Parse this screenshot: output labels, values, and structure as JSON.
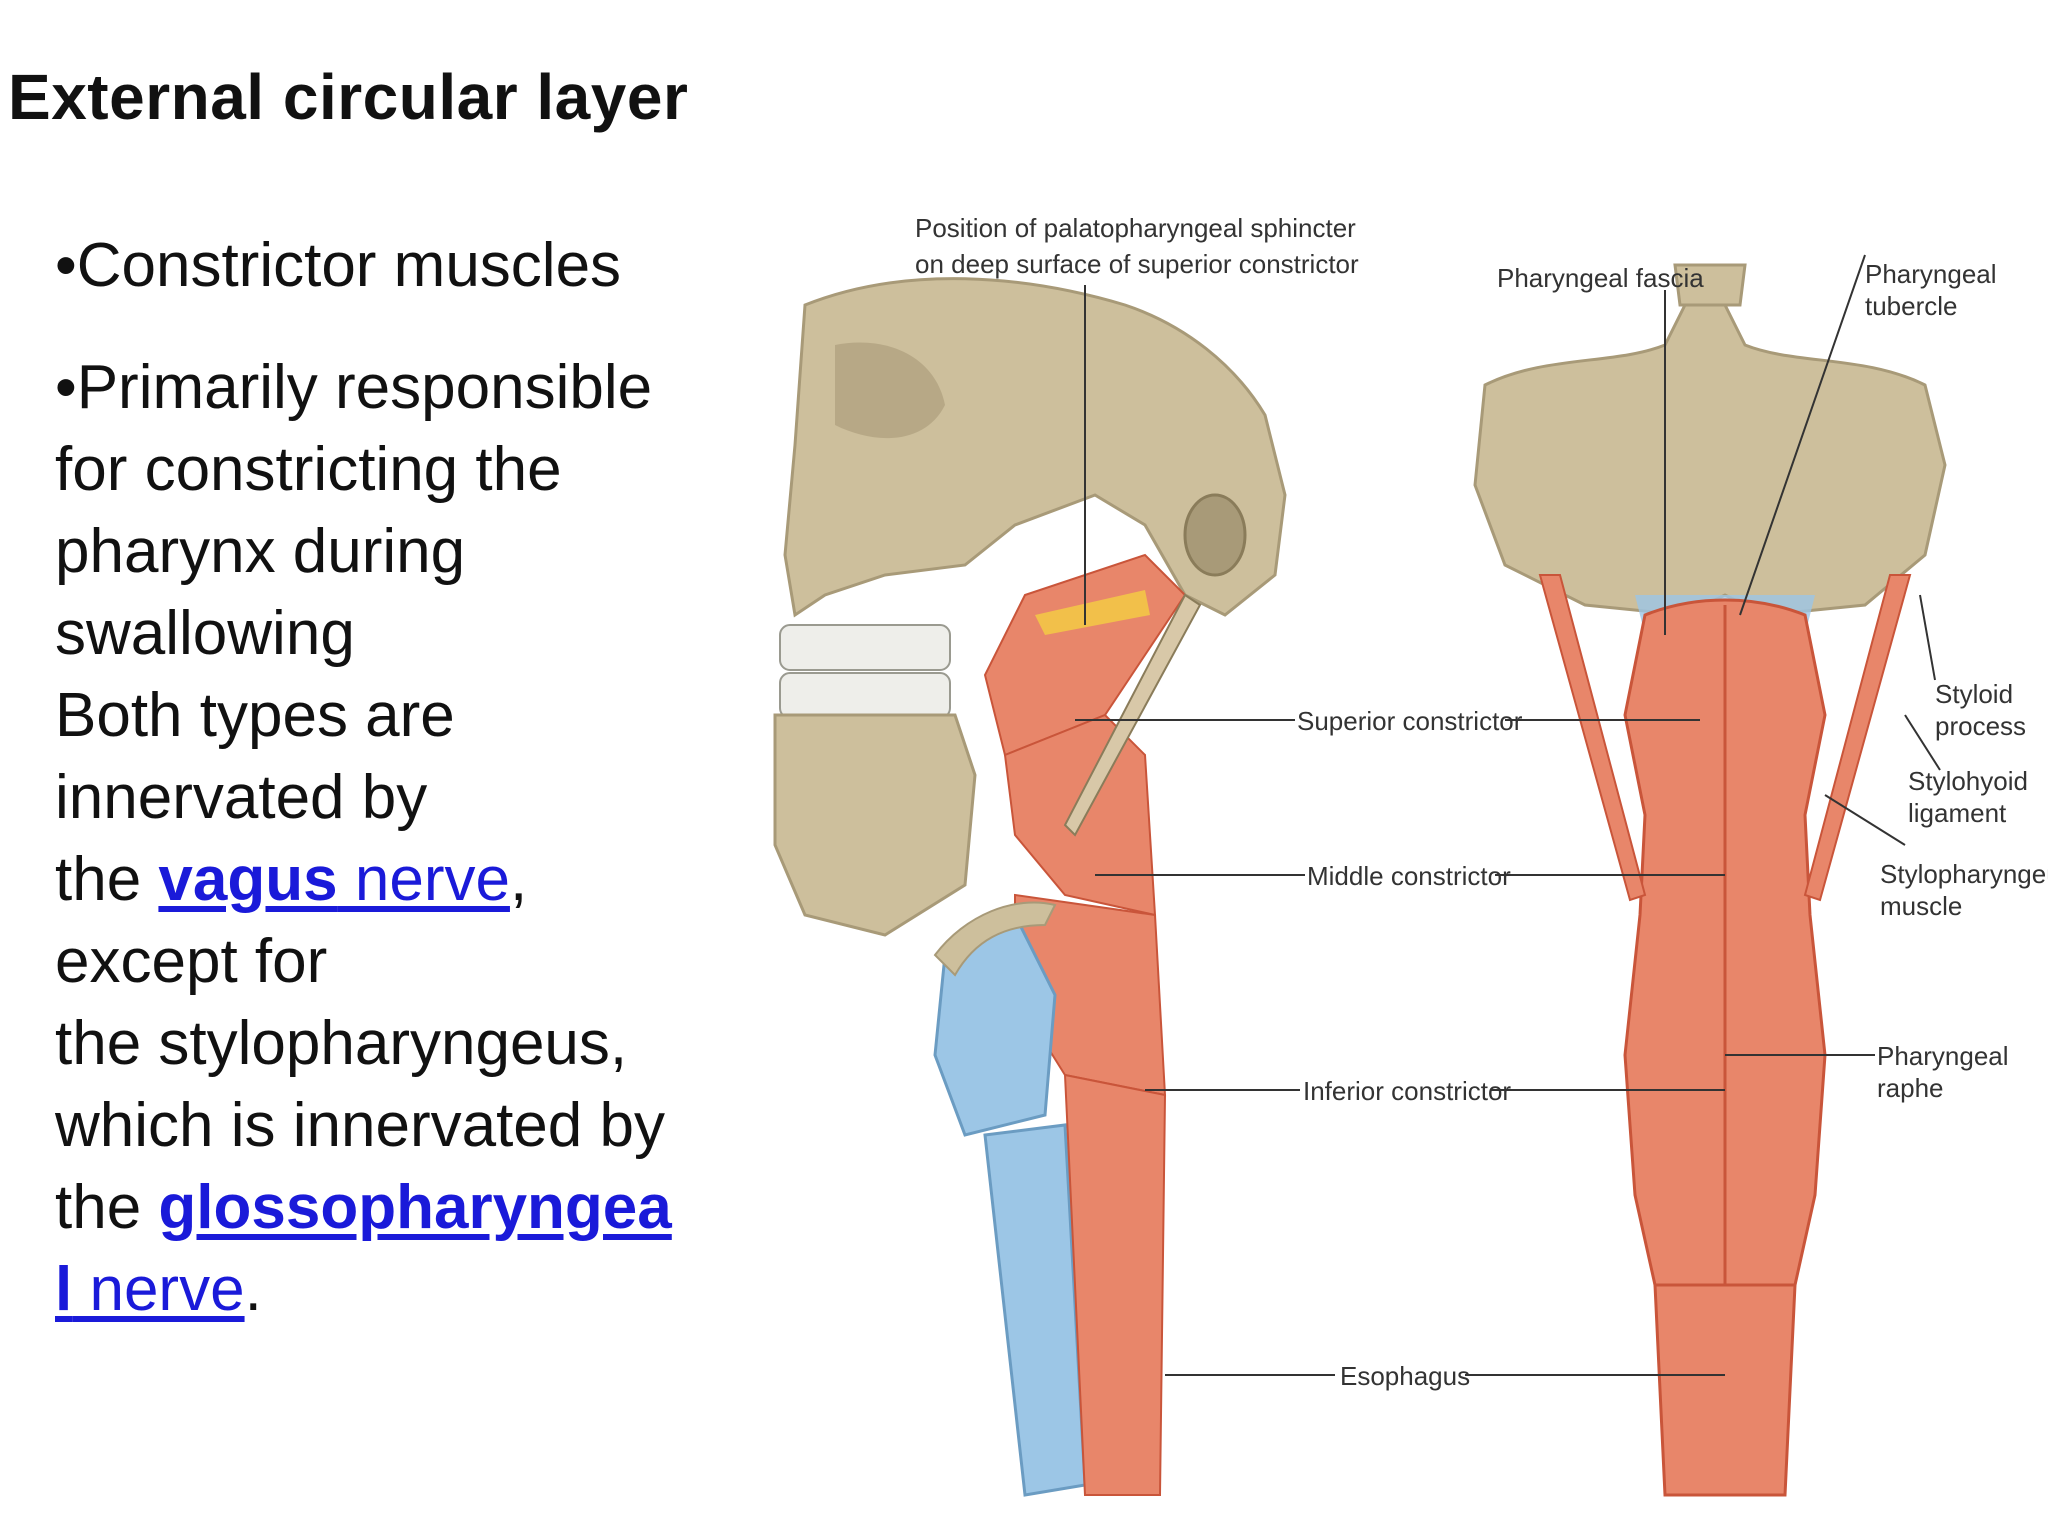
{
  "title": "External circular layer",
  "bullets": {
    "b1": "•Constrictor muscles",
    "b2": "•Primarily responsible"
  },
  "paragraph": {
    "l1": "for constricting the",
    "l2": "pharynx during",
    "l3": "swallowing",
    "l4": "Both types are",
    "l5": "innervated by",
    "l6_pre": "the ",
    "vagus_bold": "vagus",
    "vagus_rest": " nerve",
    "l6_post": ",",
    "l7": "except for",
    "l8": "the stylopharyngeus,",
    "l9": "which is innervated by",
    "l10_pre": "the ",
    "glosso_bold_1": "glossopharyngea",
    "glosso_bold_2": "l",
    "glosso_rest": " nerve",
    "l11_post": "."
  },
  "diagram": {
    "labels": {
      "palatopharyngeal_1": "Position of palatopharyngeal sphincter",
      "palatopharyngeal_2": "on deep surface of superior constrictor",
      "pharyngeal_fascia": "Pharyngeal fascia",
      "pharyngeal_tubercle_1": "Pharyngeal",
      "pharyngeal_tubercle_2": "tubercle",
      "superior_constrictor": "Superior constrictor",
      "middle_constrictor": "Middle constrictor",
      "inferior_constrictor": "Inferior constrictor",
      "esophagus": "Esophagus",
      "styloid_1": "Styloid",
      "styloid_2": "process",
      "stylohyoid_1": "Stylohyoid",
      "stylohyoid_2": "ligament",
      "stylopharyngeus_1": "Stylopharyngeus",
      "stylopharyngeus_2": "muscle",
      "raphe_1": "Pharyngeal",
      "raphe_2": "raphe"
    },
    "colors": {
      "bone": "#cdbf9c",
      "bone_dark": "#a89a78",
      "muscle": "#e8866a",
      "muscle_dark": "#c9553a",
      "cartilage": "#9cc6e6",
      "fat": "#f2c04a"
    }
  }
}
